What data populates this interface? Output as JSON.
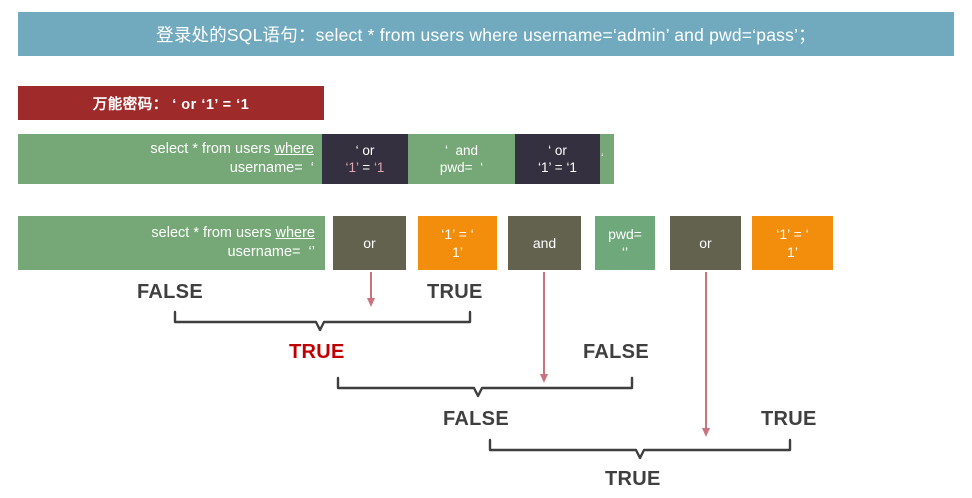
{
  "banner": {
    "text": "登录处的SQL语句：select * from users where username=‘admin’ and pwd=‘pass’；"
  },
  "universal_password": {
    "label": "万能密码：",
    "payload": "‘ or  ‘1’ = ‘1",
    "full_text": "万能密码： ‘ or  ‘1’ = ‘1"
  },
  "injected_statement": {
    "segments": [
      {
        "name": "statement",
        "line1": "select * from users where",
        "line2": "username=  ‘",
        "color": "#76A877",
        "style": "green"
      },
      {
        "name": "or-clause",
        "line1": "‘ or",
        "line2": "‘1’ = ‘1",
        "color": "#35303F",
        "style": "dark"
      },
      {
        "name": "and-clause",
        "line1": "‘  and",
        "line2": "pwd=  ‘",
        "color": "#76A877",
        "style": "green"
      },
      {
        "name": "or-clause-2",
        "line1": "‘ or",
        "line2": "‘1’ = ‘1",
        "color": "#35303F",
        "style": "dark"
      },
      {
        "name": "tail-quote",
        "line1": "‘",
        "line2": "",
        "color": "#76A877",
        "style": "green"
      }
    ]
  },
  "token_blocks": [
    {
      "name": "statement",
      "line1": "select * from users where",
      "line2": "username=  ‘’",
      "style": "green",
      "color": "#76A877"
    },
    {
      "name": "or-1",
      "line1": "or",
      "line2": "",
      "style": "olive",
      "color": "#62624F"
    },
    {
      "name": "true-1",
      "line1": "‘1’ = ‘",
      "line2": "1’",
      "style": "orange",
      "color": "#F28E0C"
    },
    {
      "name": "and",
      "line1": "and",
      "line2": "",
      "style": "olive",
      "color": "#62624F"
    },
    {
      "name": "pwd",
      "line1": "pwd=",
      "line2": "‘’",
      "style": "mint",
      "color": "#6FA97B"
    },
    {
      "name": "or-2",
      "line1": "or",
      "line2": "",
      "style": "olive",
      "color": "#62624F"
    },
    {
      "name": "true-2",
      "line1": "‘1’ = ‘",
      "line2": "1’",
      "style": "orange",
      "color": "#F28E0C"
    }
  ],
  "evaluation": {
    "labels": [
      {
        "name": "false-1",
        "text": "FALSE",
        "color": "#3F3F3F"
      },
      {
        "name": "true-1",
        "text": "TRUE",
        "color": "#3F3F3F"
      },
      {
        "name": "result-1",
        "text": "TRUE",
        "color": "#C00000"
      },
      {
        "name": "false-2",
        "text": "FALSE",
        "color": "#3F3F3F"
      },
      {
        "name": "result-2",
        "text": "FALSE",
        "color": "#3F3F3F"
      },
      {
        "name": "true-2",
        "text": "TRUE",
        "color": "#3F3F3F"
      },
      {
        "name": "result-3",
        "text": "TRUE",
        "color": "#3F3F3F"
      }
    ],
    "arrow_color": "#C9737E",
    "bracket_color": "#3F3F3F"
  },
  "colors": {
    "banner_blue": "#71AABF",
    "password_red": "#9F2A2A",
    "green": "#76A877",
    "dark_purple": "#35303F",
    "olive": "#62624F",
    "orange": "#F28E0C",
    "mint": "#6FA97B",
    "accent_red": "#C00000",
    "arrow_pink": "#C9737E"
  }
}
